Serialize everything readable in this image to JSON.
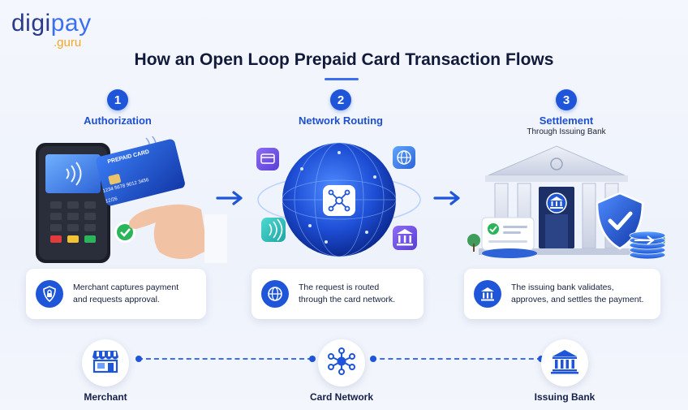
{
  "logo": {
    "main_a": "digi",
    "main_b": "pay",
    "sub": ".guru"
  },
  "title": "How an Open Loop Prepaid Card Transaction Flows",
  "steps": [
    {
      "number": "1",
      "title": "Authorization",
      "subtitle": "",
      "description_line1": "Merchant captures payment",
      "description_line2": "and requests approval."
    },
    {
      "number": "2",
      "title": "Network Routing",
      "subtitle": "",
      "description_line1": "The request is routed",
      "description_line2": "through the card network."
    },
    {
      "number": "3",
      "title": "Settlement",
      "subtitle": "Through Issuing Bank",
      "description_line1": "The issuing bank validates,",
      "description_line2": "approves, and settles the payment."
    }
  ],
  "illustration": {
    "card_label": "PREPAID CARD",
    "card_number": "1234 5678 9012 3456",
    "card_expiry": "12/26"
  },
  "flow_nodes": [
    {
      "label": "Merchant",
      "icon": "store-icon"
    },
    {
      "label": "Card Network",
      "icon": "network-icon"
    },
    {
      "label": "Issuing Bank",
      "icon": "bank-icon"
    }
  ],
  "colors": {
    "primary": "#1f55d8",
    "accent": "#3b6ff0",
    "orange": "#f5a623",
    "green": "#2bb55a",
    "dark": "#121a3a"
  }
}
